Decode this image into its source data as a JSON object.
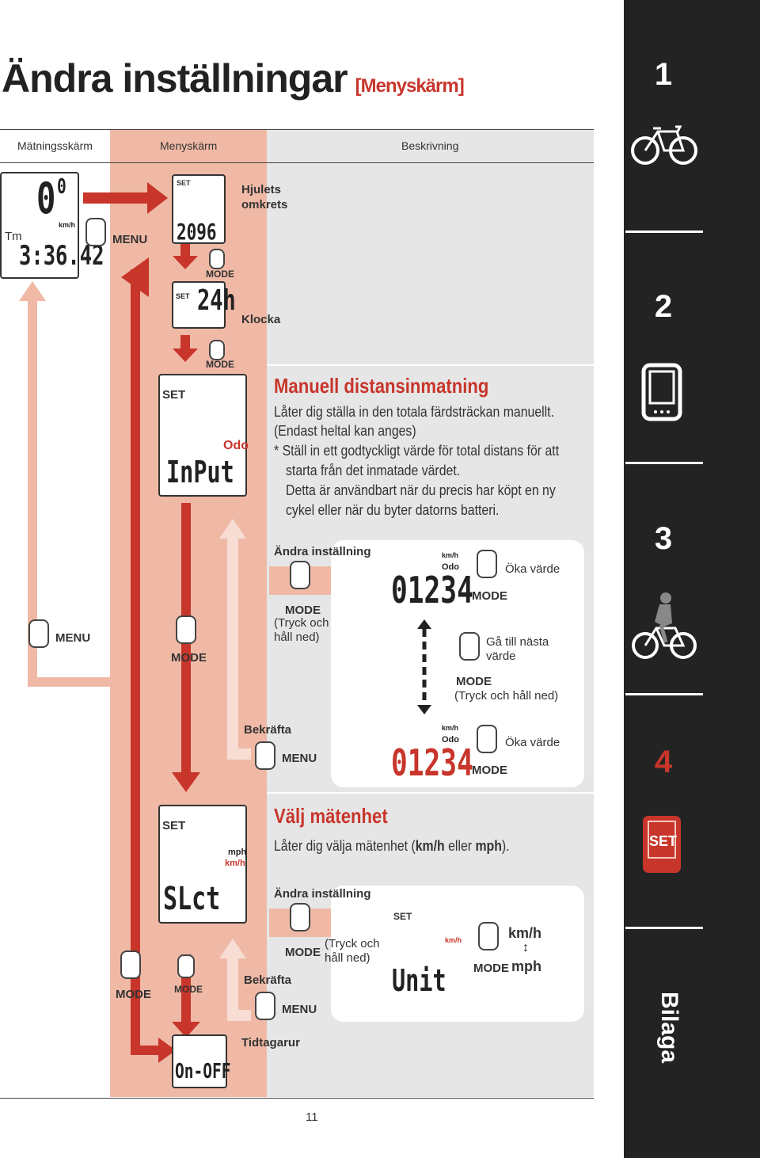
{
  "page": {
    "title": "Ändra inställningar",
    "subtitle": "[Menyskärm]",
    "page_number": "11"
  },
  "columns": {
    "measurement": "Mätningsskärm",
    "menu": "Menyskärm",
    "description": "Beskrivning"
  },
  "sidebar": {
    "tabs": [
      {
        "label": "1",
        "icon": "road-bike-icon"
      },
      {
        "label": "2",
        "icon": "computer-unit-icon"
      },
      {
        "label": "3",
        "icon": "cyclist-icon"
      },
      {
        "label": "4",
        "icon": "set-unit-icon",
        "active": true
      },
      {
        "label": "Bilaga"
      }
    ],
    "set_label": "SET"
  },
  "measurement_screen": {
    "speed": "0",
    "speed_decimal": "0",
    "speed_unit": "km/h",
    "tm_label": "Tm",
    "time": "3:36.42",
    "menu_label": "MENU"
  },
  "rows": {
    "wheel": {
      "label_line1": "Hjulets",
      "label_line2": "omkrets",
      "screen_set": "SET",
      "screen_value": "2096",
      "mode": "MODE"
    },
    "clock": {
      "label": "Klocka",
      "screen_set": "SET",
      "screen_value": "24h",
      "mode": "MODE"
    },
    "odo": {
      "screen_set": "SET",
      "screen_odo": "Odo",
      "screen_value": "InPut",
      "heading": "Manuell distansinmatning",
      "desc_lines": [
        "Låter dig ställa in den totala färdsträckan manuellt.",
        "(Endast heltal kan anges)",
        "* Ställ in ett godtyckligt värde för total distans för att",
        "starta från det inmatade värdet.",
        "Detta är användbart när du precis har köpt en ny",
        "cykel eller när du byter datorns batteri."
      ],
      "change_setting": "Ändra inställning",
      "mode_hold": "MODE",
      "hold_line1": "(Tryck och",
      "hold_line2": "håll ned)",
      "lcd_top": "01234",
      "lcd_unit": "km/h",
      "lcd_odo": "Odo",
      "increase": "Öka värde",
      "mode_short": "MODE",
      "next_line1": "Gå till nästa",
      "next_line2": "värde",
      "mode_next": "MODE",
      "next_hold": "(Tryck och håll ned)",
      "confirm": "Bekräfta",
      "confirm_menu": "MENU",
      "lcd_bottom": "01234",
      "increase2": "Öka värde",
      "mode_bottom": "MODE",
      "left_menu": "MENU",
      "left_mode": "MODE"
    },
    "unit": {
      "screen_set": "SET",
      "screen_mph": "mph",
      "screen_kmh": "km/h",
      "screen_value": "SLct",
      "heading": "Välj mätenhet",
      "desc_pre": "Låter dig välja mätenhet (",
      "desc_kmh": "km/h",
      "desc_mid": " eller ",
      "desc_mph": "mph",
      "desc_post": ").",
      "change_setting": "Ändra inställning",
      "mode_hold": "MODE",
      "hold_line1": "(Tryck och",
      "hold_line2": "håll ned)",
      "lcd_set": "SET",
      "lcd_unit": "km/h",
      "lcd_value": "Unit",
      "toggle_kmh": "km/h",
      "toggle_mph": "mph",
      "mode_toggle": "MODE",
      "confirm": "Bekräfta",
      "confirm_menu": "MENU",
      "left_mode": "MODE",
      "left_mode2": "MODE"
    },
    "timer": {
      "label": "Tidtagarur",
      "screen_value": "On-OFF"
    }
  },
  "colors": {
    "accent": "#c8352b",
    "light_red": "#f0b9a6",
    "grey": "#e6e6e6",
    "sidebar": "#232323"
  }
}
